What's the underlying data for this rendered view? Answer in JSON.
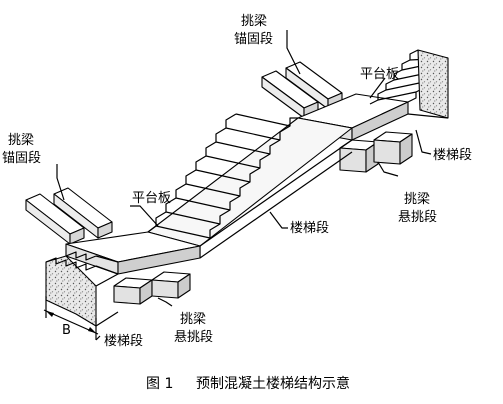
{
  "labels": {
    "top_anchor_line1": "挑梁",
    "top_anchor_line2": "锚固段",
    "top_landing": "平台板",
    "right_flight": "楼梯段",
    "right_cantilever_line1": "挑梁",
    "right_cantilever_line2": "悬挑段",
    "left_anchor_line1": "挑梁",
    "left_anchor_line2": "锚固段",
    "left_landing": "平台板",
    "middle_flight": "楼梯段",
    "dimension_b": "B",
    "bottom_flight": "楼梯段",
    "bottom_cantilever_line1": "挑梁",
    "bottom_cantilever_line2": "悬挑段"
  },
  "caption": {
    "figure_number": "图 1",
    "title": "预制混凝土楼梯结构示意"
  },
  "colors": {
    "line": "#000000",
    "face_light": "#ffffff",
    "face_shade": "#e6e6e6",
    "concrete": "#d9d9d9"
  }
}
